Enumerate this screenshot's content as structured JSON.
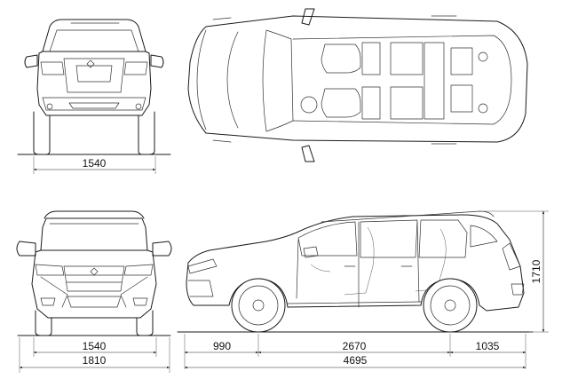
{
  "dimensions": {
    "rear_track": "1540",
    "front_track": "1540",
    "overall_width": "1810",
    "front_overhang": "990",
    "wheelbase": "2670",
    "rear_overhang": "1035",
    "overall_length": "4695",
    "overall_height": "1710"
  },
  "colors": {
    "line": "#1a1a1a",
    "background": "#ffffff"
  }
}
